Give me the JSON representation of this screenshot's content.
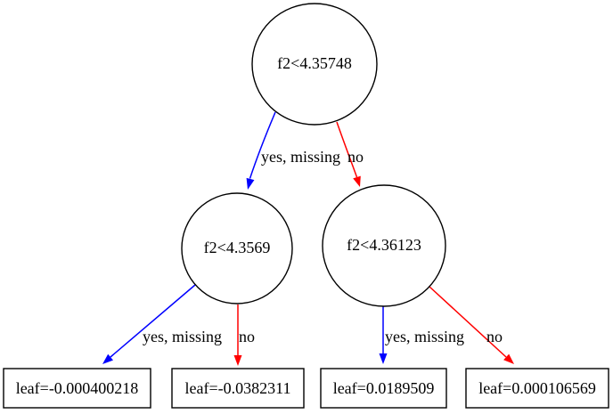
{
  "diagram": {
    "type": "decision-tree",
    "background": "#ffffff",
    "colors": {
      "yes_edge": "#0000ff",
      "no_edge": "#ff0000",
      "node_outline": "#000000",
      "text": "#000000"
    },
    "nodes": [
      {
        "id": "root",
        "shape": "ellipse",
        "label": "f2<4.35748"
      },
      {
        "id": "left",
        "shape": "ellipse",
        "label": "f2<4.3569"
      },
      {
        "id": "right",
        "shape": "ellipse",
        "label": "f2<4.36123"
      },
      {
        "id": "leaf0",
        "shape": "box",
        "label": "leaf=-0.000400218"
      },
      {
        "id": "leaf1",
        "shape": "box",
        "label": "leaf=-0.0382311"
      },
      {
        "id": "leaf2",
        "shape": "box",
        "label": "leaf=0.0189509"
      },
      {
        "id": "leaf3",
        "shape": "box",
        "label": "leaf=0.000106569"
      }
    ],
    "edges": [
      {
        "from": "root",
        "to": "left",
        "label": "yes, missing",
        "color": "#0000ff"
      },
      {
        "from": "root",
        "to": "right",
        "label": "no",
        "color": "#ff0000"
      },
      {
        "from": "left",
        "to": "leaf0",
        "label": "yes, missing",
        "color": "#0000ff"
      },
      {
        "from": "left",
        "to": "leaf1",
        "label": "no",
        "color": "#ff0000"
      },
      {
        "from": "right",
        "to": "leaf2",
        "label": "yes, missing",
        "color": "#0000ff"
      },
      {
        "from": "right",
        "to": "leaf3",
        "label": "no",
        "color": "#ff0000"
      }
    ]
  }
}
